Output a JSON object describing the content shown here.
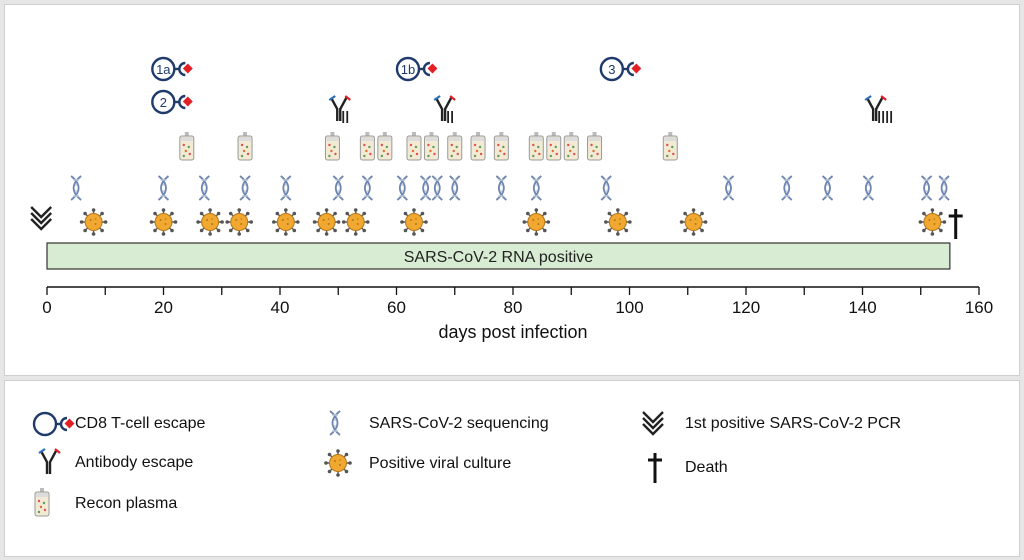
{
  "timeline": {
    "axis": {
      "label": "days post infection",
      "min": 0,
      "max": 160,
      "ticks": [
        0,
        20,
        40,
        60,
        80,
        100,
        120,
        140,
        160
      ]
    },
    "rna_positive": {
      "label": "SARS-CoV-2 RNA positive",
      "start": 0,
      "end": 155
    },
    "cd8_escape": [
      {
        "id": "1a",
        "day": 21,
        "row": 1
      },
      {
        "id": "2",
        "day": 21,
        "row": 2
      },
      {
        "id": "1b",
        "day": 63,
        "row": 1
      },
      {
        "id": "3",
        "day": 98,
        "row": 1
      }
    ],
    "antibody_escape": [
      {
        "marks": "II",
        "day": 50
      },
      {
        "marks": "II",
        "day": 68
      },
      {
        "marks": "IIII",
        "day": 142
      }
    ],
    "recon_plasma": [
      24,
      34,
      49,
      55,
      58,
      63,
      66,
      70,
      74,
      78,
      84,
      87,
      90,
      94,
      107
    ],
    "sequencing": [
      5,
      20,
      27,
      34,
      41,
      50,
      55,
      61,
      65,
      67,
      70,
      78,
      84,
      96,
      117,
      127,
      134,
      141,
      151,
      154
    ],
    "viral_culture": [
      8,
      20,
      28,
      33,
      41,
      48,
      53,
      63,
      84,
      98,
      111,
      152
    ],
    "first_pcr": {
      "day": -1
    },
    "death": {
      "day": 156
    }
  },
  "legend": {
    "cd8": "CD8 T-cell escape",
    "antibody": "Antibody escape",
    "plasma": "Recon plasma",
    "sequencing": "SARS-CoV-2 sequencing",
    "culture": "Positive viral culture",
    "pcr": "1st positive SARS-CoV-2 PCR",
    "death": "Death"
  },
  "colors": {
    "navy": "#1f3a6b",
    "red": "#e31f26",
    "virus": "#f0a830",
    "bar": "#d7ecd3",
    "dna": "#8ea4c8"
  }
}
